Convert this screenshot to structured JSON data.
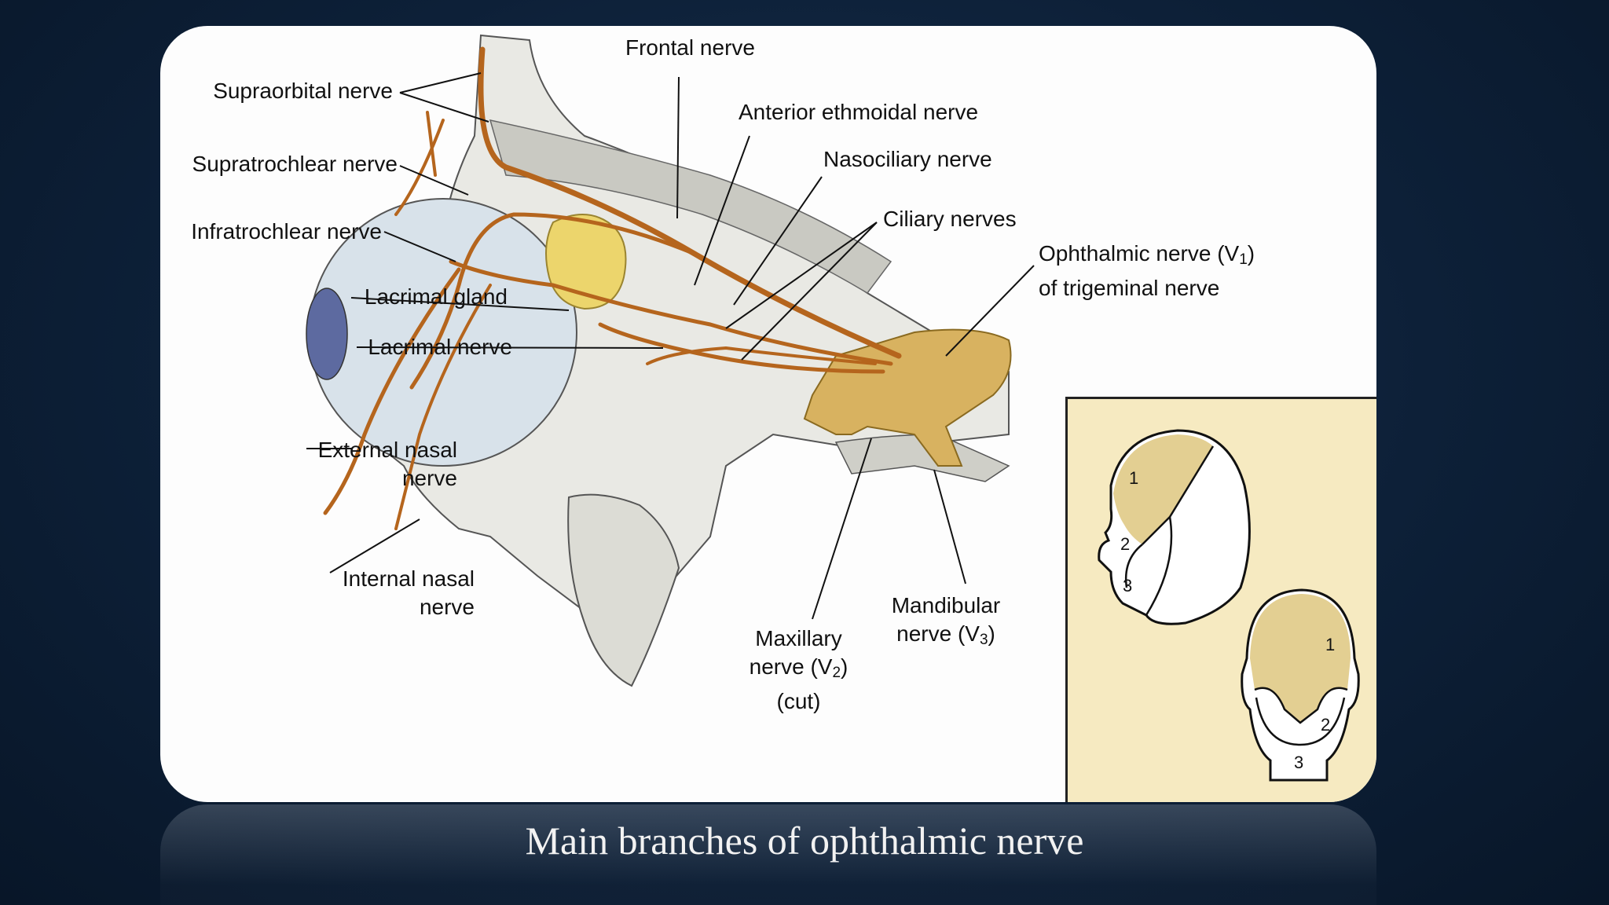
{
  "caption": "Main branches of ophthalmic nerve",
  "labels": {
    "supraorbital": "Supraorbital nerve",
    "supratrochlear": "Supratrochlear nerve",
    "infratrochlear": "Infratrochlear nerve",
    "lacrimal_gland": "Lacrimal gland",
    "lacrimal_nerve": "Lacrimal nerve",
    "external_nasal_1": "External nasal",
    "external_nasal_2": "nerve",
    "internal_nasal_1": "Internal nasal",
    "internal_nasal_2": "nerve",
    "frontal": "Frontal nerve",
    "anterior_ethmoidal": "Anterior ethmoidal nerve",
    "nasociliary": "Nasociliary nerve",
    "ciliary": "Ciliary nerves",
    "ophthalmic_1": "Ophthalmic nerve (V",
    "ophthalmic_sub": "1",
    "ophthalmic_end": ")",
    "ophthalmic_2": "of trigeminal nerve",
    "mandibular_1": "Mandibular",
    "mandibular_2": "nerve (V",
    "mandibular_sub": "3",
    "mandibular_end": ")",
    "maxillary_1": "Maxillary",
    "maxillary_2": "nerve (V",
    "maxillary_sub": "2",
    "maxillary_end": ")",
    "maxillary_3": "(cut)"
  },
  "inset": {
    "side_numbers": [
      "1",
      "2",
      "3"
    ],
    "front_numbers": [
      "1",
      "2",
      "3"
    ]
  },
  "colors": {
    "background": "#0d2038",
    "card": "#fdfdfd",
    "nerve": "#b5651d",
    "gland": "#ecd56c",
    "ganglion": "#d8b260",
    "inset_bg": "#f6eac1",
    "skin_region": "#e3cf92"
  }
}
